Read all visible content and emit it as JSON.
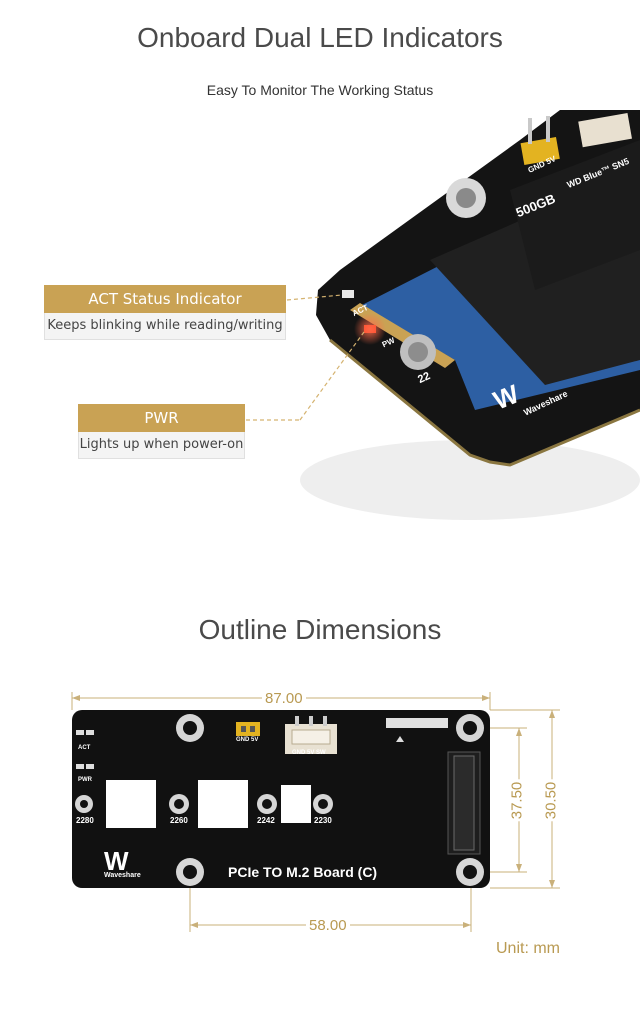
{
  "section1": {
    "title": "Onboard Dual LED Indicators",
    "subtitle": "Easy To Monitor The Working Status",
    "callouts": [
      {
        "heading": "ACT Status Indicator",
        "desc": "Keeps blinking while reading/writing"
      },
      {
        "heading": "PWR",
        "desc": "Lights up when power-on"
      }
    ],
    "photo_labels": {
      "ssd_capacity": "500GB",
      "ssd_brand": "WD Blue™ SN5",
      "gnd_5v": "GND 5V",
      "act": "ACT",
      "pwr": "PW",
      "size": "22",
      "brand": "Waveshare"
    }
  },
  "section2": {
    "title": "Outline Dimensions",
    "dims": {
      "width": "87.00",
      "inner_width": "58.00",
      "inner_height": "37.50",
      "height": "30.50"
    },
    "unit": "Unit: mm",
    "board": {
      "name": "PCIe TO M.2 Board (C)",
      "brand": "Waveshare",
      "gnd_5v": "GND 5V",
      "gnd_5v_sw": "GND 5V SW",
      "act": "ACT",
      "pwr": "PWR",
      "sizes": [
        "2280",
        "2260",
        "2242",
        "2230"
      ]
    }
  },
  "colors": {
    "accent": "#c9a254",
    "board": "#111111",
    "ssd": "#2d5fa3"
  }
}
